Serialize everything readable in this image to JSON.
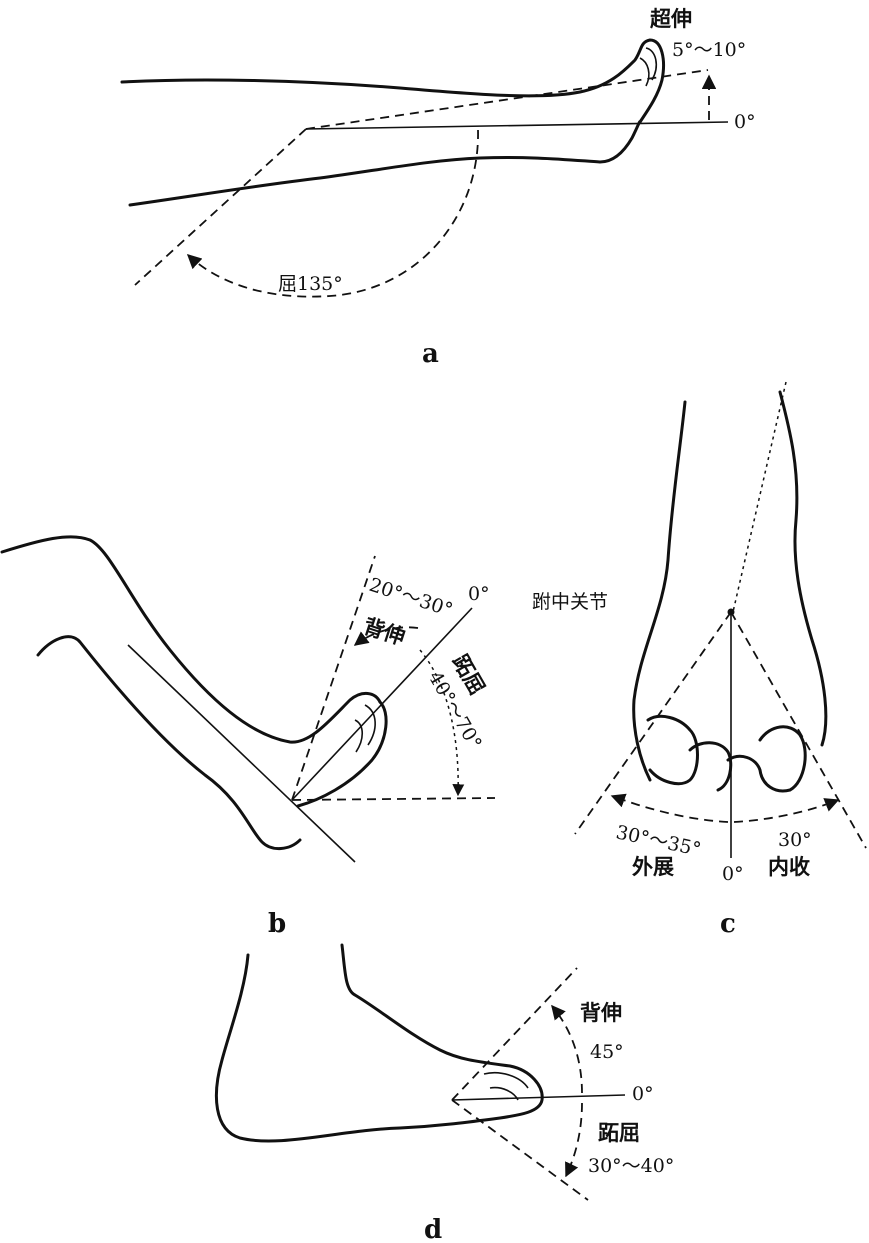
{
  "panels": {
    "a": {
      "letter": "a",
      "hyperext_title": "超伸",
      "hyperext_range": "5°～10°",
      "zero": "0°",
      "flexion": "屈135°"
    },
    "b": {
      "letter": "b",
      "dorsi_range": "20°～30°",
      "zero": "0°",
      "dorsi": "背伸",
      "plantar": "跖屈",
      "plantar_range": "40°～70°"
    },
    "c": {
      "letter": "c",
      "joint": "跗中关节",
      "abd_range": "30°～35°",
      "abd": "外展",
      "zero": "0°",
      "add_range": "30°",
      "add": "内收"
    },
    "d": {
      "letter": "d",
      "dorsi": "背伸",
      "dorsi_range": "45°",
      "zero": "0°",
      "plantar": "跖屈",
      "plantar_range": "30°～40°"
    }
  }
}
